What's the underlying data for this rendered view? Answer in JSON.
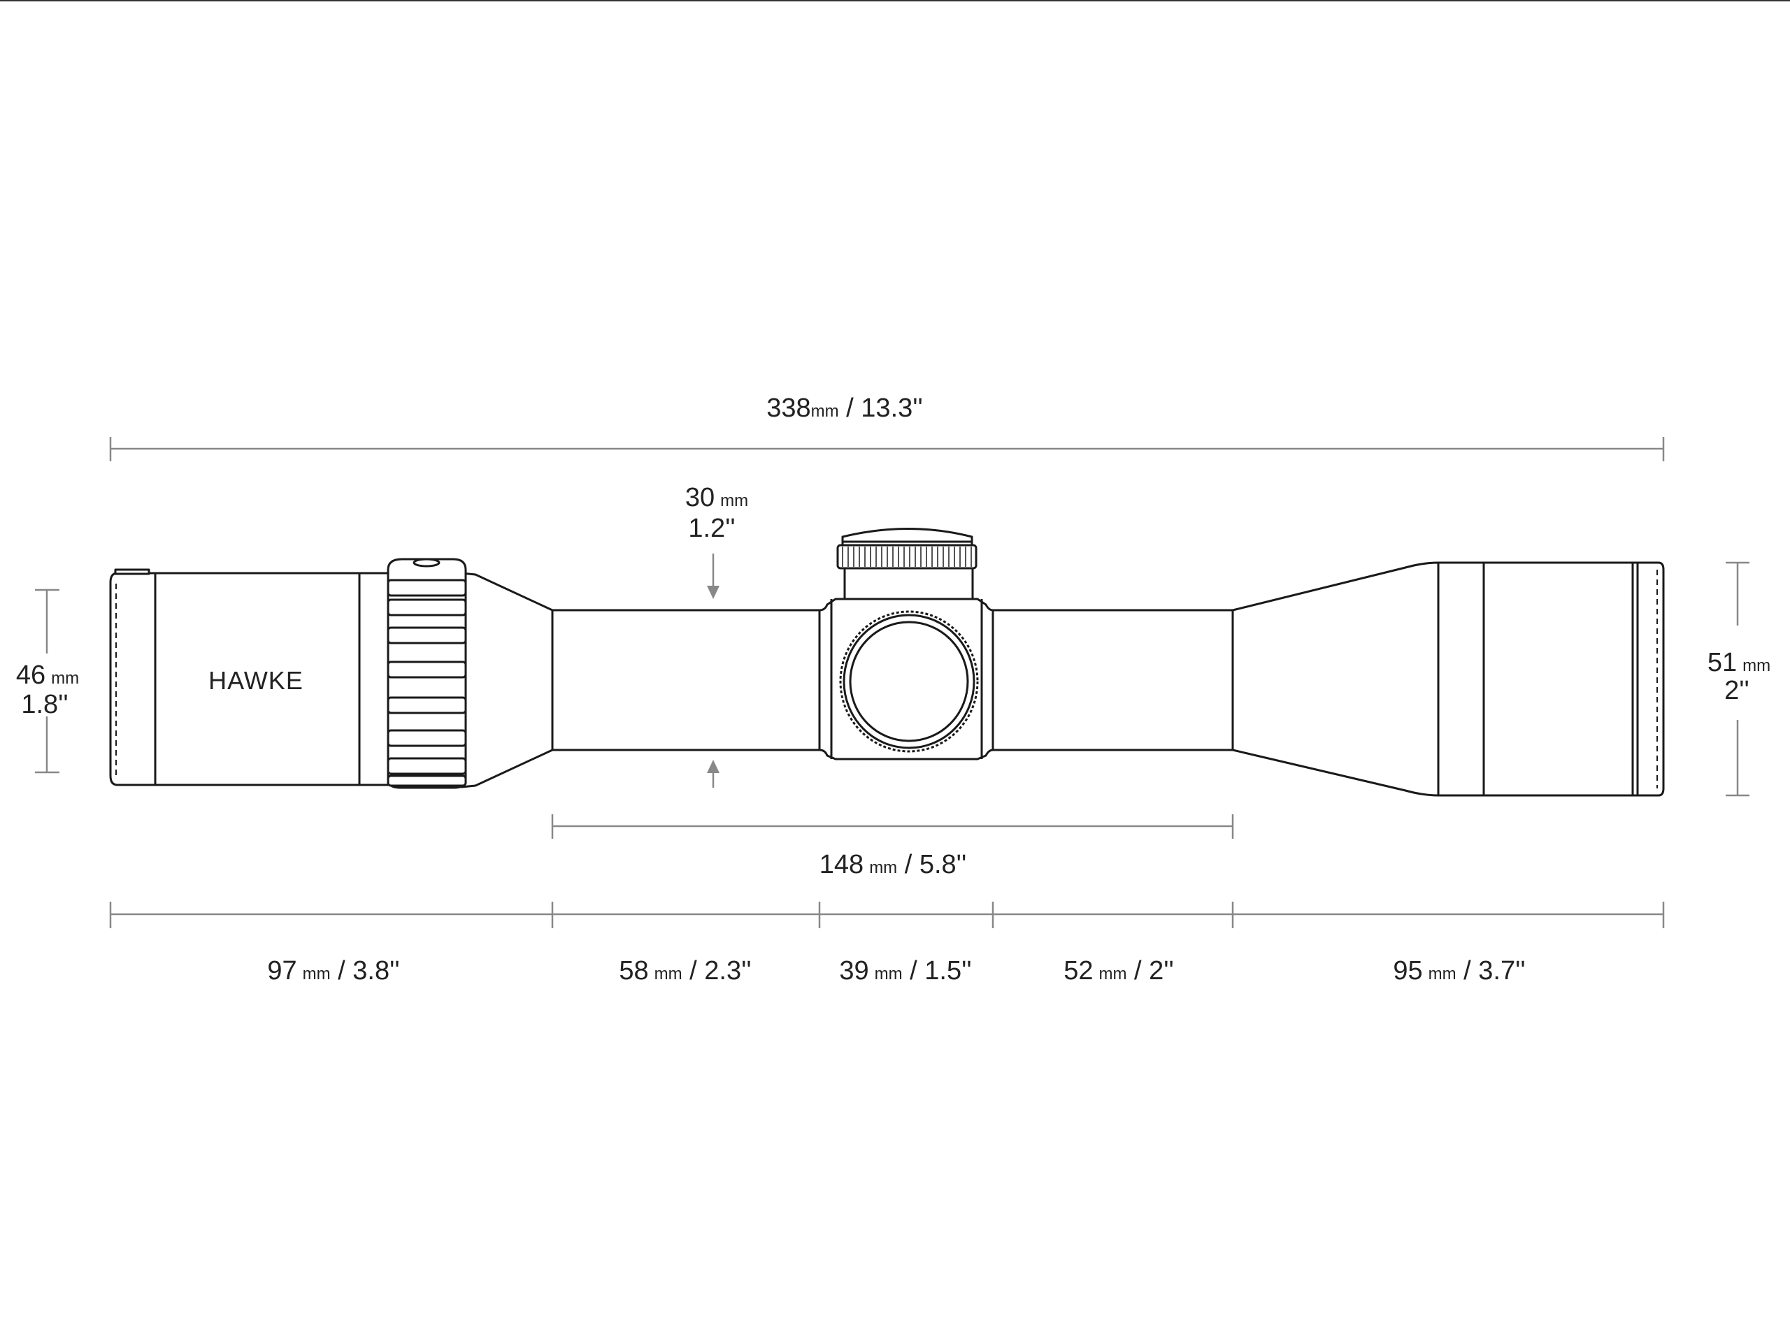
{
  "brand": "HAWKE",
  "dimensions": {
    "overall_length": {
      "value": "338",
      "unit": "mm",
      "imperial": "13.3''"
    },
    "tube_diameter": {
      "value": "30",
      "unit": "mm",
      "imperial": "1.2''"
    },
    "eyepiece_diameter": {
      "value": "46",
      "unit": "mm",
      "imperial": "1.8''"
    },
    "objective_diameter": {
      "value": "51",
      "unit": "mm",
      "imperial": "2''"
    },
    "mounting_length": {
      "value": "148",
      "unit": "mm",
      "imperial": "5.8''"
    },
    "segments": [
      {
        "value": "97",
        "unit": "mm",
        "imperial": "3.8''"
      },
      {
        "value": "58",
        "unit": "mm",
        "imperial": "2.3''"
      },
      {
        "value": "39",
        "unit": "mm",
        "imperial": "1.5''"
      },
      {
        "value": "52",
        "unit": "mm",
        "imperial": "2''"
      },
      {
        "value": "95",
        "unit": "mm",
        "imperial": "3.7''"
      }
    ]
  },
  "separator": " / "
}
